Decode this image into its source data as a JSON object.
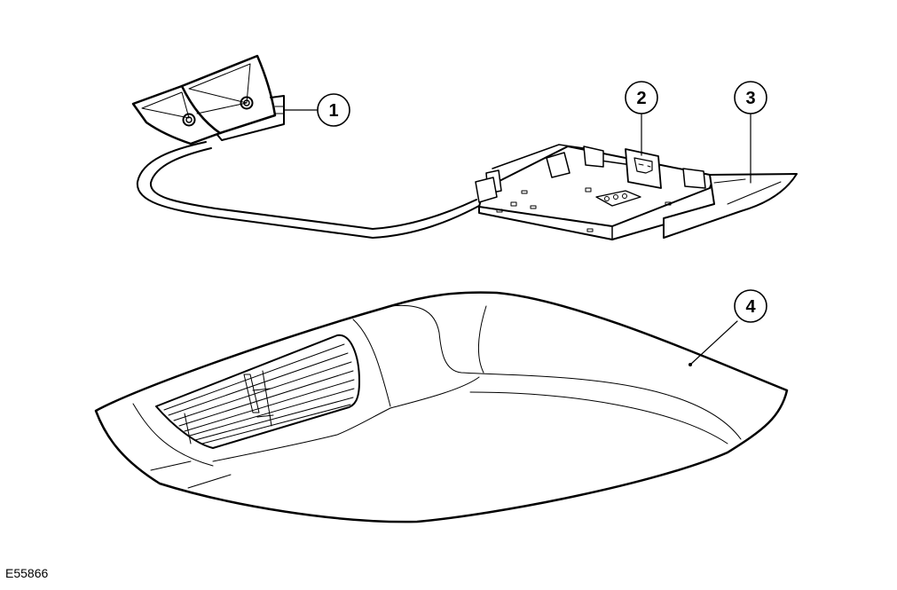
{
  "figure": {
    "id": "E55866",
    "line_color": "#000000",
    "background": "#ffffff"
  },
  "callouts": [
    {
      "number": "1"
    },
    {
      "number": "2"
    },
    {
      "number": "3"
    },
    {
      "number": "4"
    }
  ]
}
